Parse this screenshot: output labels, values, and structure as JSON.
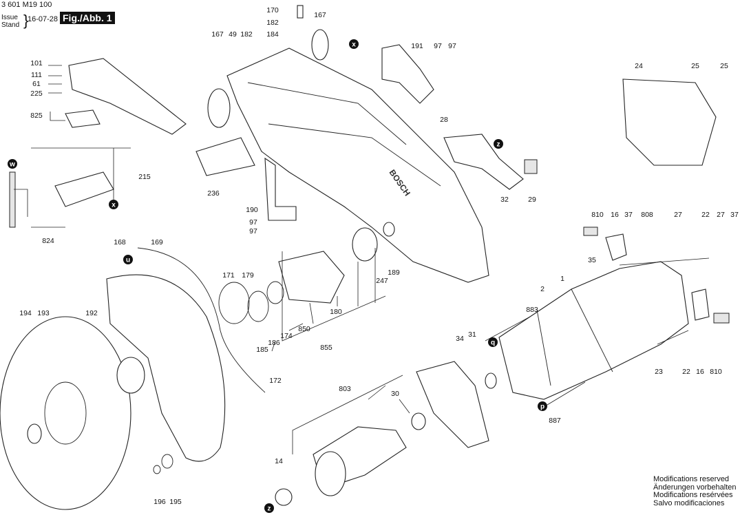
{
  "header": {
    "doc_number": "3 601 M19 100",
    "issue_label": "Issue",
    "stand_label": "Stand",
    "date": "16-07-28",
    "figure": "Fig./Abb. 1"
  },
  "notice": [
    "Modifications reserved",
    "Änderungen vorbehalten",
    "Modifications resérvées",
    "Salvo modificaciones"
  ],
  "brand_marking": "BOSCH",
  "callout_markers": [
    "x",
    "z",
    "w",
    "x",
    "u",
    "q",
    "p",
    "z"
  ],
  "part_labels": [
    "170",
    "182",
    "184",
    "167",
    "167",
    "49",
    "182",
    "191",
    "97",
    "97",
    "24",
    "25",
    "25",
    "101",
    "111",
    "61",
    "225",
    "825",
    "28",
    "215",
    "236",
    "190",
    "97",
    "97",
    "32",
    "29",
    "824",
    "168",
    "169",
    "810",
    "16",
    "37",
    "808",
    "27",
    "22",
    "27",
    "37",
    "35",
    "171",
    "179",
    "189",
    "247",
    "2",
    "1",
    "180",
    "850",
    "174",
    "186",
    "185",
    "855",
    "883",
    "34",
    "31",
    "194",
    "193",
    "192",
    "172",
    "22",
    "16",
    "810",
    "23",
    "803",
    "30",
    "887",
    "14",
    "196",
    "195"
  ]
}
